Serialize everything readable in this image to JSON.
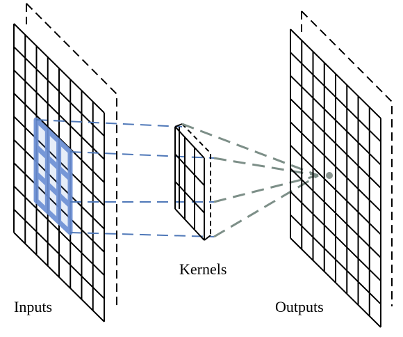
{
  "labels": {
    "inputs": "Inputs",
    "kernels": "Kernels",
    "outputs": "Outputs"
  },
  "colors": {
    "grid": "#000000",
    "highlight": "#6b8fd4",
    "input_projection": "#4f78b8",
    "output_projection": "#7d8f88",
    "output_dot": "#8a9590"
  }
}
